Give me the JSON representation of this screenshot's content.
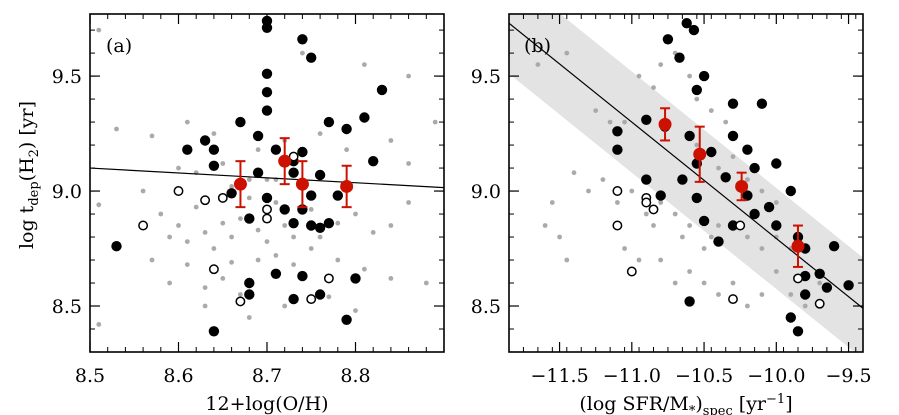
{
  "figure": {
    "ylabel": "log t_dep(H₂) [yr]",
    "ylabel_parts": [
      "log t",
      "dep",
      "(H",
      "2",
      ") [yr]"
    ]
  },
  "colors": {
    "grey_points": "#aaaaaa",
    "black_points": "#000000",
    "open_points": "#000000",
    "binned": "#cc1100",
    "band": "#e3e3e3",
    "fit_line": "#000000"
  },
  "chart_data": [
    {
      "type": "scatter",
      "panel_label": "(a)",
      "xlabel": "12+log(O/H)",
      "ylabel": "log t_dep(H₂) [yr]",
      "xlim": [
        8.5,
        8.9
      ],
      "ylim": [
        8.3,
        9.77
      ],
      "xticks": [
        8.5,
        8.6,
        8.7,
        8.8
      ],
      "xtick_labels": [
        "8.5",
        "8.6",
        "8.7",
        "8.8"
      ],
      "yticks": [
        8.5,
        9.0,
        9.5
      ],
      "ytick_labels": [
        "8.5",
        "9.0",
        "9.5"
      ],
      "fit_line": {
        "x": [
          8.5,
          8.9
        ],
        "y": [
          9.1,
          9.015
        ]
      },
      "series": [
        {
          "kind": "grey",
          "points": [
            [
              8.51,
              9.7
            ],
            [
              8.53,
              9.27
            ],
            [
              8.57,
              9.24
            ],
            [
              8.6,
              9.1
            ],
            [
              8.61,
              9.3
            ],
            [
              8.62,
              9.08
            ],
            [
              8.64,
              9.25
            ],
            [
              8.65,
              9.12
            ],
            [
              8.66,
              9.02
            ],
            [
              8.68,
              9.05
            ],
            [
              8.69,
              9.18
            ],
            [
              8.7,
              9.05
            ],
            [
              8.71,
              9.05
            ],
            [
              8.72,
              9.22
            ],
            [
              8.73,
              9.15
            ],
            [
              8.74,
              9.6
            ],
            [
              8.76,
              9.25
            ],
            [
              8.79,
              9.18
            ],
            [
              8.81,
              9.55
            ],
            [
              8.84,
              9.22
            ],
            [
              8.86,
              9.5
            ],
            [
              8.86,
              9.12
            ],
            [
              8.89,
              9.3
            ],
            [
              8.51,
              8.94
            ],
            [
              8.56,
              9.0
            ],
            [
              8.58,
              8.9
            ],
            [
              8.59,
              8.8
            ],
            [
              8.6,
              8.85
            ],
            [
              8.61,
              8.78
            ],
            [
              8.62,
              8.93
            ],
            [
              8.63,
              8.82
            ],
            [
              8.64,
              8.75
            ],
            [
              8.65,
              8.86
            ],
            [
              8.66,
              8.8
            ],
            [
              8.67,
              8.88
            ],
            [
              8.68,
              8.97
            ],
            [
              8.69,
              8.83
            ],
            [
              8.7,
              8.78
            ],
            [
              8.71,
              8.95
            ],
            [
              8.72,
              8.85
            ],
            [
              8.73,
              8.8
            ],
            [
              8.75,
              8.92
            ],
            [
              8.76,
              8.8
            ],
            [
              8.78,
              8.86
            ],
            [
              8.8,
              8.9
            ],
            [
              8.82,
              8.82
            ],
            [
              8.84,
              8.85
            ],
            [
              8.86,
              8.95
            ],
            [
              8.57,
              8.7
            ],
            [
              8.59,
              8.6
            ],
            [
              8.61,
              8.68
            ],
            [
              8.63,
              8.58
            ],
            [
              8.65,
              8.62
            ],
            [
              8.67,
              8.55
            ],
            [
              8.69,
              8.7
            ],
            [
              8.71,
              8.72
            ],
            [
              8.73,
              8.68
            ],
            [
              8.75,
              8.75
            ],
            [
              8.78,
              8.7
            ],
            [
              8.81,
              8.66
            ],
            [
              8.84,
              8.62
            ],
            [
              8.88,
              8.6
            ],
            [
              8.63,
              8.5
            ],
            [
              8.68,
              8.45
            ],
            [
              8.72,
              8.5
            ],
            [
              8.77,
              8.54
            ],
            [
              8.8,
              8.48
            ],
            [
              8.51,
              8.42
            ],
            [
              8.66,
              8.69
            ],
            [
              8.74,
              8.63
            ]
          ]
        },
        {
          "kind": "black",
          "points": [
            [
              8.7,
              9.74
            ],
            [
              8.7,
              9.71
            ],
            [
              8.74,
              9.66
            ],
            [
              8.75,
              9.58
            ],
            [
              8.7,
              9.51
            ],
            [
              8.7,
              9.43
            ],
            [
              8.83,
              9.44
            ],
            [
              8.7,
              9.35
            ],
            [
              8.67,
              9.3
            ],
            [
              8.77,
              9.3
            ],
            [
              8.81,
              9.32
            ],
            [
              8.79,
              9.27
            ],
            [
              8.63,
              9.22
            ],
            [
              8.69,
              9.24
            ],
            [
              8.61,
              9.18
            ],
            [
              8.64,
              9.18
            ],
            [
              8.71,
              9.18
            ],
            [
              8.74,
              9.17
            ],
            [
              8.73,
              9.13
            ],
            [
              8.82,
              9.13
            ],
            [
              8.64,
              9.11
            ],
            [
              8.69,
              9.08
            ],
            [
              8.73,
              9.08
            ],
            [
              8.76,
              9.07
            ],
            [
              8.66,
              8.99
            ],
            [
              8.7,
              8.97
            ],
            [
              8.75,
              8.98
            ],
            [
              8.78,
              8.98
            ],
            [
              8.72,
              8.92
            ],
            [
              8.74,
              8.92
            ],
            [
              8.68,
              8.88
            ],
            [
              8.73,
              8.86
            ],
            [
              8.75,
              8.85
            ],
            [
              8.76,
              8.84
            ],
            [
              8.77,
              8.86
            ],
            [
              8.53,
              8.76
            ],
            [
              8.71,
              8.64
            ],
            [
              8.74,
              8.63
            ],
            [
              8.8,
              8.62
            ],
            [
              8.68,
              8.6
            ],
            [
              8.68,
              8.55
            ],
            [
              8.73,
              8.53
            ],
            [
              8.76,
              8.55
            ],
            [
              8.64,
              8.39
            ],
            [
              8.79,
              8.44
            ]
          ]
        },
        {
          "kind": "open",
          "points": [
            [
              8.6,
              9.0
            ],
            [
              8.63,
              8.96
            ],
            [
              8.65,
              8.97
            ],
            [
              8.7,
              8.92
            ],
            [
              8.7,
              8.88
            ],
            [
              8.56,
              8.85
            ],
            [
              8.73,
              9.15
            ],
            [
              8.64,
              8.66
            ],
            [
              8.77,
              8.62
            ],
            [
              8.67,
              8.52
            ],
            [
              8.75,
              8.53
            ]
          ]
        }
      ],
      "binned": [
        {
          "x": 8.67,
          "y": 9.03,
          "err": 0.1
        },
        {
          "x": 8.72,
          "y": 9.13,
          "err": 0.1
        },
        {
          "x": 8.74,
          "y": 9.03,
          "err": 0.1
        },
        {
          "x": 8.79,
          "y": 9.02,
          "err": 0.09
        }
      ]
    },
    {
      "type": "scatter",
      "panel_label": "(b)",
      "xlabel": "(log SFR/M*)spec [yr⁻¹]",
      "xlabel_parts": [
        "(log SFR/M",
        "*",
        ")",
        "spec",
        " [yr",
        "−1",
        "]"
      ],
      "ylabel": "",
      "xlim": [
        -11.85,
        -9.4
      ],
      "ylim": [
        8.3,
        9.77
      ],
      "xticks": [
        -11.5,
        -11.0,
        -10.5,
        -10.0,
        -9.5
      ],
      "xtick_labels": [
        "−11.5",
        "−11.0",
        "−10.5",
        "−10.0",
        "−9.5"
      ],
      "yticks": [
        8.5,
        9.0,
        9.5
      ],
      "ytick_labels": [
        "8.5",
        "9.0",
        "9.5"
      ],
      "fit_line": {
        "x": [
          -11.85,
          -9.4
        ],
        "y": [
          9.73,
          8.49
        ]
      },
      "band_halfwidth": 0.22,
      "series": [
        {
          "kind": "grey",
          "points": [
            [
              -11.65,
              9.55
            ],
            [
              -11.45,
              9.6
            ],
            [
              -11.25,
              9.35
            ],
            [
              -11.15,
              9.3
            ],
            [
              -11.05,
              9.3
            ],
            [
              -10.95,
              9.5
            ],
            [
              -10.85,
              9.45
            ],
            [
              -10.8,
              9.55
            ],
            [
              -10.75,
              9.65
            ],
            [
              -10.7,
              9.6
            ],
            [
              -10.6,
              9.5
            ],
            [
              -10.55,
              9.4
            ],
            [
              -10.45,
              9.35
            ],
            [
              -10.35,
              9.3
            ],
            [
              -11.4,
              9.08
            ],
            [
              -11.3,
              9.0
            ],
            [
              -11.2,
              9.05
            ],
            [
              -11.1,
              8.95
            ],
            [
              -11.0,
              9.0
            ],
            [
              -10.9,
              8.9
            ],
            [
              -10.85,
              8.85
            ],
            [
              -10.8,
              8.95
            ],
            [
              -10.7,
              8.9
            ],
            [
              -10.65,
              8.8
            ],
            [
              -10.6,
              8.85
            ],
            [
              -10.5,
              8.75
            ],
            [
              -10.45,
              8.8
            ],
            [
              -10.4,
              8.85
            ],
            [
              -10.3,
              8.85
            ],
            [
              -10.2,
              8.8
            ],
            [
              -10.1,
              8.75
            ],
            [
              -10.0,
              8.8
            ],
            [
              -9.9,
              8.75
            ],
            [
              -10.55,
              9.2
            ],
            [
              -10.4,
              9.1
            ],
            [
              -10.3,
              9.15
            ],
            [
              -10.2,
              9.05
            ],
            [
              -10.1,
              9.0
            ],
            [
              -10.0,
              8.95
            ],
            [
              -11.05,
              8.75
            ],
            [
              -10.95,
              8.7
            ],
            [
              -10.8,
              8.7
            ],
            [
              -10.7,
              8.6
            ],
            [
              -10.6,
              8.65
            ],
            [
              -10.5,
              8.6
            ],
            [
              -10.4,
              8.55
            ],
            [
              -10.3,
              8.6
            ],
            [
              -10.2,
              8.5
            ],
            [
              -10.1,
              8.55
            ],
            [
              -10.0,
              8.65
            ],
            [
              -9.9,
              8.55
            ],
            [
              -9.8,
              8.5
            ],
            [
              -9.7,
              8.6
            ],
            [
              -11.55,
              8.95
            ],
            [
              -11.6,
              8.85
            ],
            [
              -11.5,
              8.8
            ],
            [
              -11.45,
              8.7
            ]
          ]
        },
        {
          "kind": "black",
          "points": [
            [
              -10.75,
              9.66
            ],
            [
              -10.62,
              9.73
            ],
            [
              -10.57,
              9.7
            ],
            [
              -10.67,
              9.58
            ],
            [
              -10.5,
              9.5
            ],
            [
              -10.55,
              9.44
            ],
            [
              -10.3,
              9.38
            ],
            [
              -10.1,
              9.38
            ],
            [
              -10.9,
              9.31
            ],
            [
              -10.77,
              9.28
            ],
            [
              -11.1,
              9.26
            ],
            [
              -10.6,
              9.24
            ],
            [
              -10.3,
              9.24
            ],
            [
              -10.2,
              9.18
            ],
            [
              -11.1,
              9.18
            ],
            [
              -10.45,
              9.17
            ],
            [
              -10.55,
              9.12
            ],
            [
              -10.0,
              9.12
            ],
            [
              -10.15,
              9.1
            ],
            [
              -10.9,
              9.05
            ],
            [
              -10.65,
              9.05
            ],
            [
              -10.35,
              9.06
            ],
            [
              -10.2,
              8.98
            ],
            [
              -9.9,
              9.0
            ],
            [
              -10.55,
              8.97
            ],
            [
              -10.8,
              8.98
            ],
            [
              -10.15,
              8.9
            ],
            [
              -10.05,
              8.93
            ],
            [
              -10.5,
              8.87
            ],
            [
              -10.3,
              8.85
            ],
            [
              -10.0,
              8.85
            ],
            [
              -10.4,
              8.78
            ],
            [
              -9.85,
              8.8
            ],
            [
              -9.8,
              8.75
            ],
            [
              -9.6,
              8.76
            ],
            [
              -9.8,
              8.63
            ],
            [
              -9.7,
              8.64
            ],
            [
              -9.65,
              8.58
            ],
            [
              -9.5,
              8.59
            ],
            [
              -9.8,
              8.55
            ],
            [
              -10.6,
              8.52
            ],
            [
              -9.9,
              8.45
            ],
            [
              -9.85,
              8.39
            ]
          ]
        },
        {
          "kind": "open",
          "points": [
            [
              -11.1,
              9.0
            ],
            [
              -10.9,
              8.97
            ],
            [
              -10.85,
              8.92
            ],
            [
              -11.1,
              8.85
            ],
            [
              -10.9,
              8.95
            ],
            [
              -10.25,
              8.85
            ],
            [
              -11.0,
              8.65
            ],
            [
              -10.3,
              8.53
            ],
            [
              -9.85,
              8.62
            ],
            [
              -9.7,
              8.51
            ]
          ]
        }
      ],
      "binned": [
        {
          "x": -10.77,
          "y": 9.29,
          "err": 0.07
        },
        {
          "x": -10.53,
          "y": 9.16,
          "err": 0.12
        },
        {
          "x": -10.24,
          "y": 9.02,
          "err": 0.06
        },
        {
          "x": -9.85,
          "y": 8.76,
          "err": 0.09
        }
      ]
    }
  ]
}
